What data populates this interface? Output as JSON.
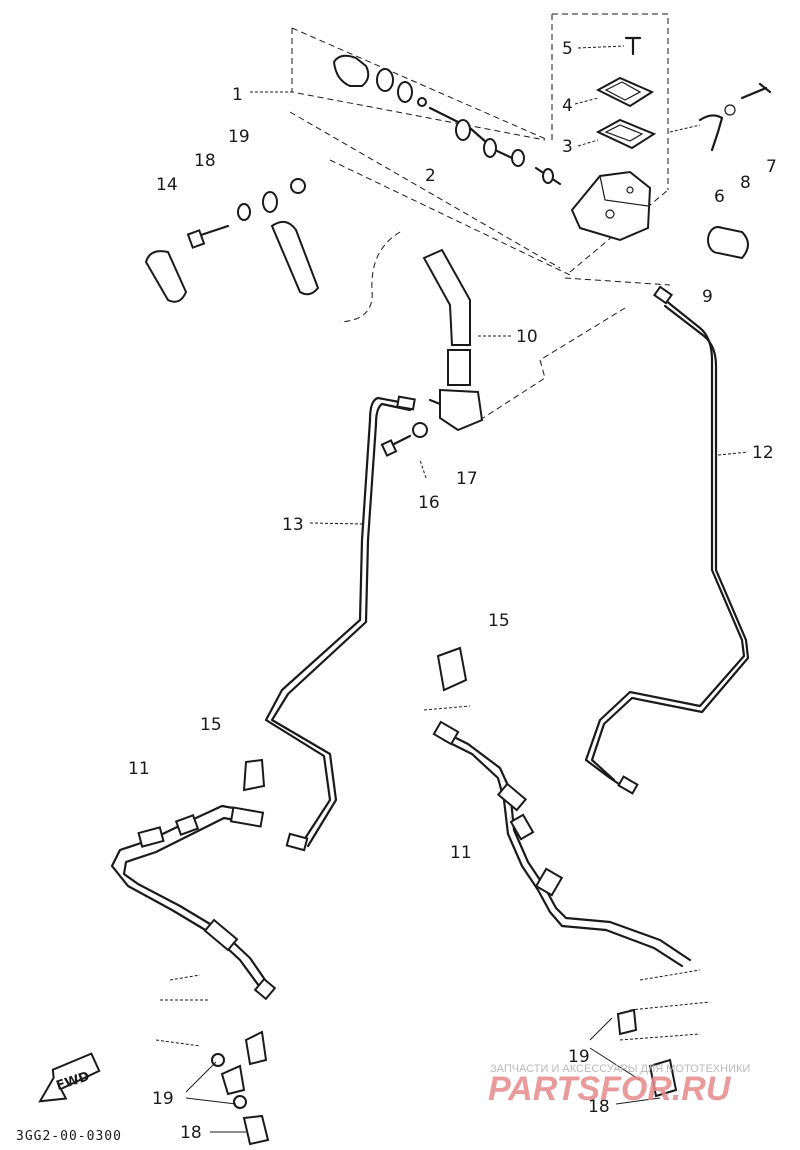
{
  "callouts": {
    "c1": "1",
    "c2": "2",
    "c3": "3",
    "c4": "4",
    "c5": "5",
    "c6": "6",
    "c7": "7",
    "c8": "8",
    "c9": "9",
    "c10": "10",
    "c11a": "11",
    "c11b": "11",
    "c12": "12",
    "c13": "13",
    "c14": "14",
    "c15a": "15",
    "c15b": "15",
    "c16": "16",
    "c17": "17",
    "c18a": "18",
    "c18b": "18",
    "c18c": "18",
    "c19a": "19",
    "c19b": "19",
    "c19c": "19"
  },
  "direction_label": "FWD",
  "diagram_code": "3GG2-00-0300",
  "watermark": {
    "caption": "ЗАПЧАСТИ И АКСЕССУАРЫ ДЛЯ МОТОТЕХНИКИ",
    "brand": "PARTSFOR.RU",
    "color": "#e68a8a"
  }
}
